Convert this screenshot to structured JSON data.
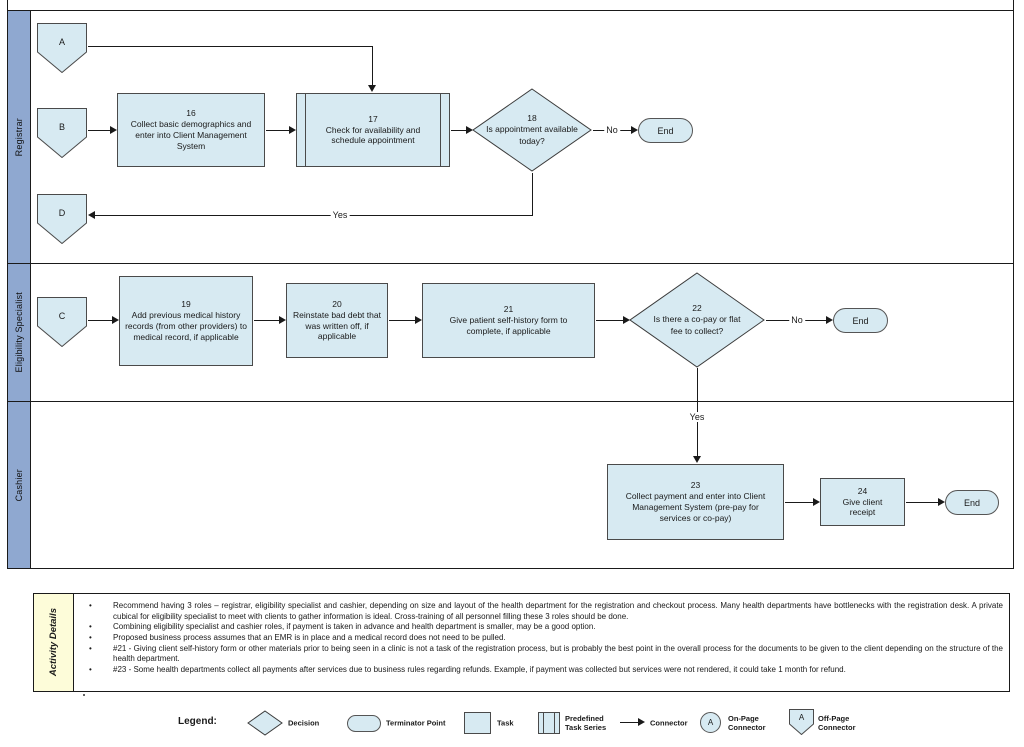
{
  "colors": {
    "shape_fill": "#d7eaf2",
    "lane_bar_fill": "#8fa8d0",
    "note_fill": "#fdfcd9"
  },
  "lanes": [
    {
      "label": "Registrar"
    },
    {
      "label": "Eligibility Specialist"
    },
    {
      "label": "Cashier"
    }
  ],
  "connectors": {
    "a": "A",
    "b": "B",
    "c": "C",
    "d": "D"
  },
  "flow": {
    "task16": {
      "num": "16",
      "text": "Collect basic demographics and enter into Client Management System"
    },
    "task17": {
      "num": "17",
      "text": "Check for availability and schedule appointment"
    },
    "decision18": {
      "num": "18",
      "text": "Is appointment available today?"
    },
    "task19": {
      "num": "19",
      "text": "Add previous medical history records (from other providers) to medical record, if applicable"
    },
    "task20": {
      "num": "20",
      "text": "Reinstate bad debt that was written off, if applicable"
    },
    "task21": {
      "num": "21",
      "text": "Give patient self-history form to complete, if applicable"
    },
    "decision22": {
      "num": "22",
      "text": "Is there a co-pay or flat fee to collect?"
    },
    "task23": {
      "num": "23",
      "text": "Collect payment and enter into Client Management System (pre-pay for services or co-pay)"
    },
    "task24": {
      "num": "24",
      "text": "Give client receipt"
    },
    "end_label": "End",
    "yes_label": "Yes",
    "no_label": "No"
  },
  "activity_details": {
    "title": "Activity Details",
    "bullets": [
      "Recommend having 3 roles – registrar, eligibility specialist and cashier, depending on size and layout of the health department for the registration and checkout process.  Many health departments have bottlenecks with the registration desk.  A private cubical for eligibility specialist to meet with clients to gather information is ideal. Cross-training of all personnel filling these 3 roles should be done.",
      "Combining eligibility specialist and cashier roles, if payment is taken in advance and health department is smaller, may be a good option.",
      "Proposed business process assumes that an EMR is in place and a medical record does not need to be pulled.",
      "#21 - Giving client self-history form or other materials prior to being seen in a clinic is not a task of the registration process, but is probably the best point in the overall process for the documents to be given to the client depending on the structure of the health department.",
      "#23 - Some health departments collect all payments after services due to business rules regarding refunds. Example, if payment was collected but services were not rendered, it could take 1 month for refund."
    ]
  },
  "legend": {
    "title": "Legend:",
    "decision": "Decision",
    "terminator": "Terminator Point",
    "task": "Task",
    "predefined": "Predefined\nTask Series",
    "connector": "Connector",
    "on_page": "On-Page\nConnector",
    "off_page": "Off-Page\nConnector",
    "connector_letter": "A"
  }
}
